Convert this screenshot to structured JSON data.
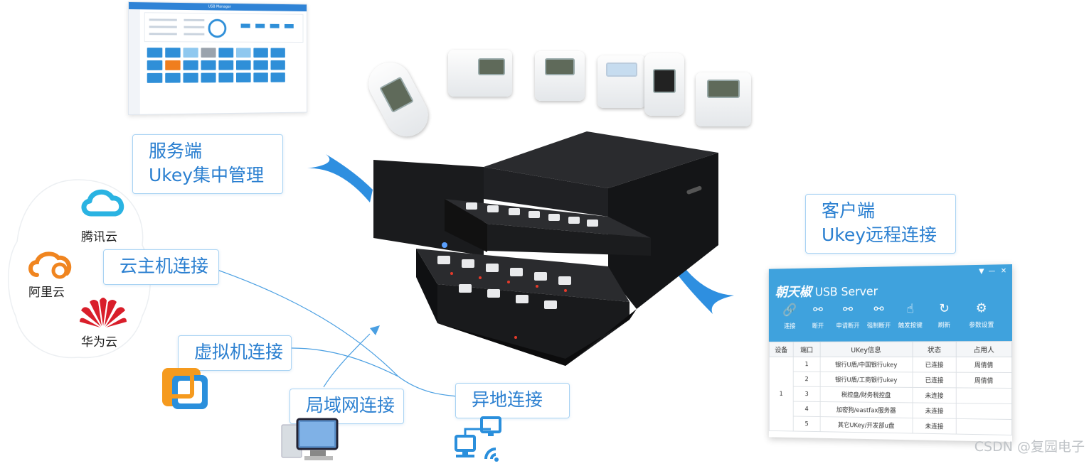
{
  "callouts": {
    "server": {
      "line1": "服务端",
      "line2": "Ukey集中管理"
    },
    "client": {
      "line1": "客户端",
      "line2": "Ukey远程连接"
    },
    "cloud_host": "云主机连接",
    "vm": "虚拟机连接",
    "lan": "局域网连接",
    "remote": "异地连接"
  },
  "clouds": {
    "tencent": "腾讯云",
    "aliyun": "阿里云",
    "huawei": "华为云"
  },
  "manager_window": {
    "title": "USB Manager"
  },
  "client_window": {
    "brand": "朝天椒",
    "product": "USB Server",
    "toolbar": [
      {
        "label": "连接",
        "icon": "link-icon"
      },
      {
        "label": "断开",
        "icon": "unlink-icon"
      },
      {
        "label": "申请断开",
        "icon": "request-disconnect-icon"
      },
      {
        "label": "强制断开",
        "icon": "force-disconnect-icon"
      },
      {
        "label": "触发按键",
        "icon": "touch-key-icon"
      },
      {
        "label": "刷新",
        "icon": "refresh-icon"
      },
      {
        "label": "参数设置",
        "icon": "gear-icon"
      }
    ],
    "columns": [
      "设备",
      "端口",
      "UKey信息",
      "状态",
      "占用人"
    ],
    "device": "1",
    "rows": [
      {
        "port": "1",
        "info": "银行U盾/中国银行ukey",
        "status": "已连接",
        "user": "周倩倩"
      },
      {
        "port": "2",
        "info": "银行U盾/工商银行ukey",
        "status": "已连接",
        "user": "周倩倩"
      },
      {
        "port": "3",
        "info": "税控盘/财务税控盘",
        "status": "未连接",
        "user": ""
      },
      {
        "port": "4",
        "info": "加密狗/eastfax服务器",
        "status": "未连接",
        "user": ""
      },
      {
        "port": "5",
        "info": "其它UKey/开发部u盘",
        "status": "未连接",
        "user": ""
      }
    ]
  },
  "watermark": "CSDN @复园电子",
  "colors": {
    "accent": "#2a7fd0",
    "callout_border": "#a9d3f3",
    "client_header": "#3fa2dd",
    "arrow": "#2e8fe0"
  }
}
